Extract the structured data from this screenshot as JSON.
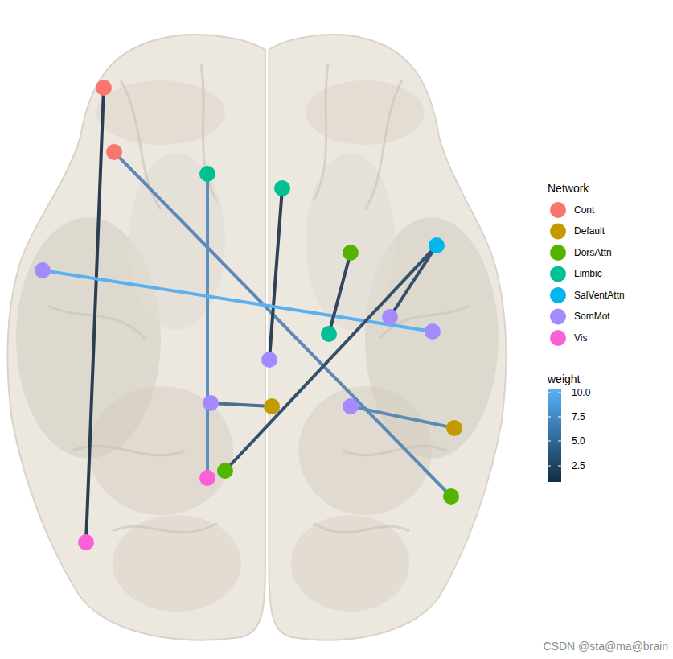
{
  "diagram": {
    "labels": [
      "Network",
      "weight",
      "10.0",
      "7.5",
      "5.0",
      "2.5",
      "CSDN @sta@ma@brain"
    ],
    "legend": [
      {
        "text": "Cont",
        "color": "#F8766D"
      },
      {
        "text": "Default",
        "color": "#C49A00"
      },
      {
        "text": "DorsAttn",
        "color": "#53B400"
      },
      {
        "text": "Limbic",
        "color": "#00C094"
      },
      {
        "text": "SalVentAttn",
        "color": "#00B6EB"
      },
      {
        "text": "SomMot",
        "color": "#A58AFF"
      },
      {
        "text": "Vis",
        "color": "#FB61D7"
      }
    ]
  }
}
